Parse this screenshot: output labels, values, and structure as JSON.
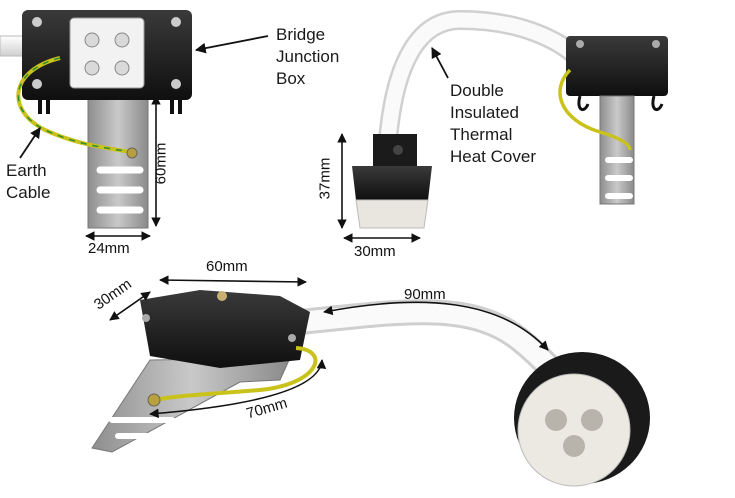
{
  "labels": {
    "bridge": [
      "Bridge",
      "Junction",
      "Box"
    ],
    "earth": [
      "Earth",
      "Cable"
    ],
    "cover": [
      "Double",
      "Insulated",
      "Thermal",
      "Heat Cover"
    ]
  },
  "dimensions": {
    "tl_height": "60mm",
    "tl_width": "24mm",
    "tr_height": "37mm",
    "tr_width": "30mm",
    "b_length": "60mm",
    "b_depth": "30mm",
    "b_cable": "90mm",
    "b_earth": "70mm"
  },
  "colors": {
    "box": "#1c1c1c",
    "terminal": "#f2f2f2",
    "cable": "#f4f4f4",
    "bracket": "#a9a9a9",
    "earth_wire": "#c9c21a",
    "ceramic": "#e9e6df"
  }
}
